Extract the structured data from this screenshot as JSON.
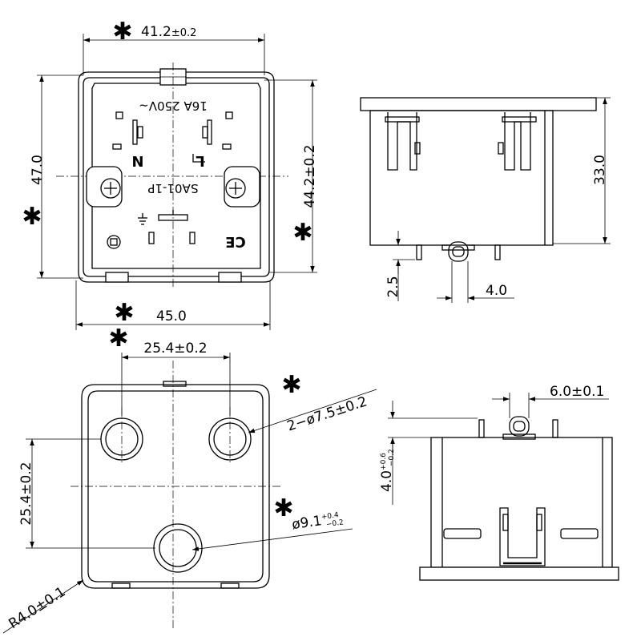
{
  "star": "✱",
  "front_view": {
    "width_top": "41.2",
    "width_top_tol": "±0.2",
    "height_left": "47.0",
    "height_right": "44.2±0.2",
    "width_bottom": "45.0",
    "marking_rating": "16A 250V~",
    "marking_n": "N",
    "marking_l": "L",
    "marking_model": "SA01-1P",
    "marking_ce": "CE"
  },
  "side_view": {
    "height": "33.0",
    "pin_height": "2.5",
    "pin_width": "4.0"
  },
  "bottom_view": {
    "hole_spacing_x": "25.4±0.2",
    "hole_spacing_y": "25.4±0.2",
    "small_holes": "2−ø7.5±0.2",
    "large_hole": "ø9.1",
    "large_hole_tol_plus": "+0.4",
    "large_hole_tol_minus": "−0.2",
    "corner_radius": "R4.0±0.1"
  },
  "end_view": {
    "lug_width": "6.0±0.1",
    "pin_length": "4.0",
    "pin_length_tol_plus": "+0.6",
    "pin_length_tol_minus": "−0.2"
  }
}
